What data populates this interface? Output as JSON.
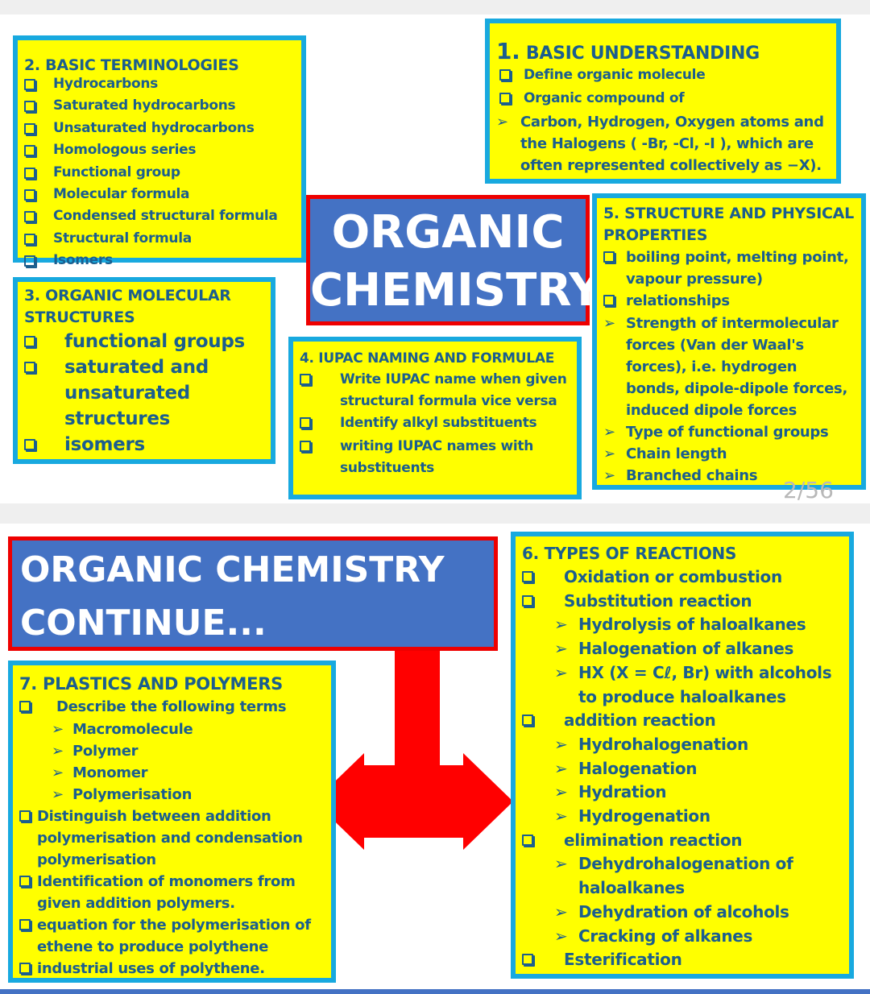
{
  "slide1": {
    "title_line1": "ORGANIC",
    "title_line2": "CHEMISTRY",
    "page_indicator": "2/56",
    "box1": {
      "heading_num": "1.",
      "heading": "BASIC UNDERSTANDING",
      "items": [
        "Define organic molecule",
        "Organic compound of"
      ],
      "arrow_items": [
        "Carbon, Hydrogen, Oxygen atoms and the Halogens ( -Br, -Cl, -I ), which are often represented collectively as −X)."
      ]
    },
    "box2": {
      "heading": "2. BASIC TERMINOLOGIES",
      "items": [
        "Hydrocarbons",
        "Saturated hydrocarbons",
        "Unsaturated hydrocarbons",
        "Homologous series",
        "Functional group",
        "Molecular formula",
        "Condensed structural formula",
        "Structural formula",
        "Isomers"
      ]
    },
    "box3": {
      "heading": "3. ORGANIC MOLECULAR STRUCTURES",
      "items": [
        "functional groups",
        "saturated and unsaturated structures",
        "isomers"
      ]
    },
    "box4": {
      "heading": "4. IUPAC NAMING AND FORMULAE",
      "items": [
        "Write IUPAC name when given structural formula vice versa",
        "Identify alkyl substituents",
        "writing IUPAC names with substituents"
      ]
    },
    "box5": {
      "heading": "5. STRUCTURE AND PHYSICAL PROPERTIES",
      "items": [
        "boiling point, melting point, vapour pressure)",
        "relationships"
      ],
      "arrow_items": [
        "Strength of intermolecular forces (Van der Waal's forces), i.e. hydrogen bonds, dipole-dipole forces, induced dipole forces",
        "Type of functional groups",
        "Chain length",
        "Branched chains"
      ]
    }
  },
  "slide2": {
    "title_line1": "ORGANIC CHEMISTRY",
    "title_line2": "CONTINUE...",
    "box6": {
      "heading": "6. TYPES OF REACTIONS",
      "groups": [
        {
          "label": "Oxidation or combustion",
          "subs": []
        },
        {
          "label": "Substitution reaction",
          "subs": [
            "Hydrolysis of haloalkanes",
            "Halogenation of alkanes",
            "HX (X = Cℓ, Br) with alcohols to produce haloalkanes"
          ]
        },
        {
          "label": "addition reaction",
          "subs": [
            "Hydrohalogenation",
            "Halogenation",
            "Hydration",
            "Hydrogenation"
          ]
        },
        {
          "label": "elimination reaction",
          "subs": [
            "Dehydrohalogenation of haloalkanes",
            "Dehydration of alcohols",
            "Cracking of alkanes"
          ]
        },
        {
          "label": "Esterification",
          "subs": []
        }
      ]
    },
    "box7": {
      "heading": "7. PLASTICS AND POLYMERS",
      "intro": "Describe the following terms",
      "subs": [
        "Macromolecule",
        "Polymer",
        "Monomer",
        "Polymerisation"
      ],
      "items": [
        "Distinguish between addition polymerisation and condensation polymerisation",
        "Identification of monomers from given addition polymers.",
        "equation for the polymerisation of ethene to produce polythene",
        "industrial uses of polythene."
      ]
    }
  },
  "colors": {
    "box": "#ffff00",
    "border": "#18a9df",
    "text": "#1b5e8e",
    "title_bg": "#4472c4",
    "title_border": "#ee0000",
    "arrow": "#ff0000"
  }
}
